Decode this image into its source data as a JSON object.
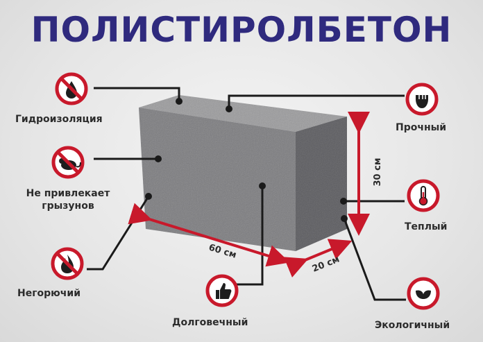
{
  "title": "ПОЛИСТИРОЛБЕТОН",
  "features": {
    "waterproofing": "Гидроизоляция",
    "no_rodents_line1": "Не привлекает",
    "no_rodents_line2": "грызунов",
    "nonflammable": "Негорючий",
    "durable": "Долговечный",
    "strong": "Прочный",
    "warm": "Теплый",
    "eco": "Экологичный"
  },
  "dimensions": {
    "length": "60 см",
    "width": "20 см",
    "height": "30 см"
  },
  "icons": {
    "waterproofing": "no-water-drop-icon",
    "no_rodents": "no-rodent-icon",
    "nonflammable": "no-fire-icon",
    "durable": "thumbs-up-icon",
    "strong": "fist-icon",
    "warm": "thermometer-icon",
    "eco": "leaf-icon"
  },
  "colors": {
    "title": "#2f2a7e",
    "accent_red": "#c8192b",
    "icon_dark": "#1e1e1e"
  }
}
